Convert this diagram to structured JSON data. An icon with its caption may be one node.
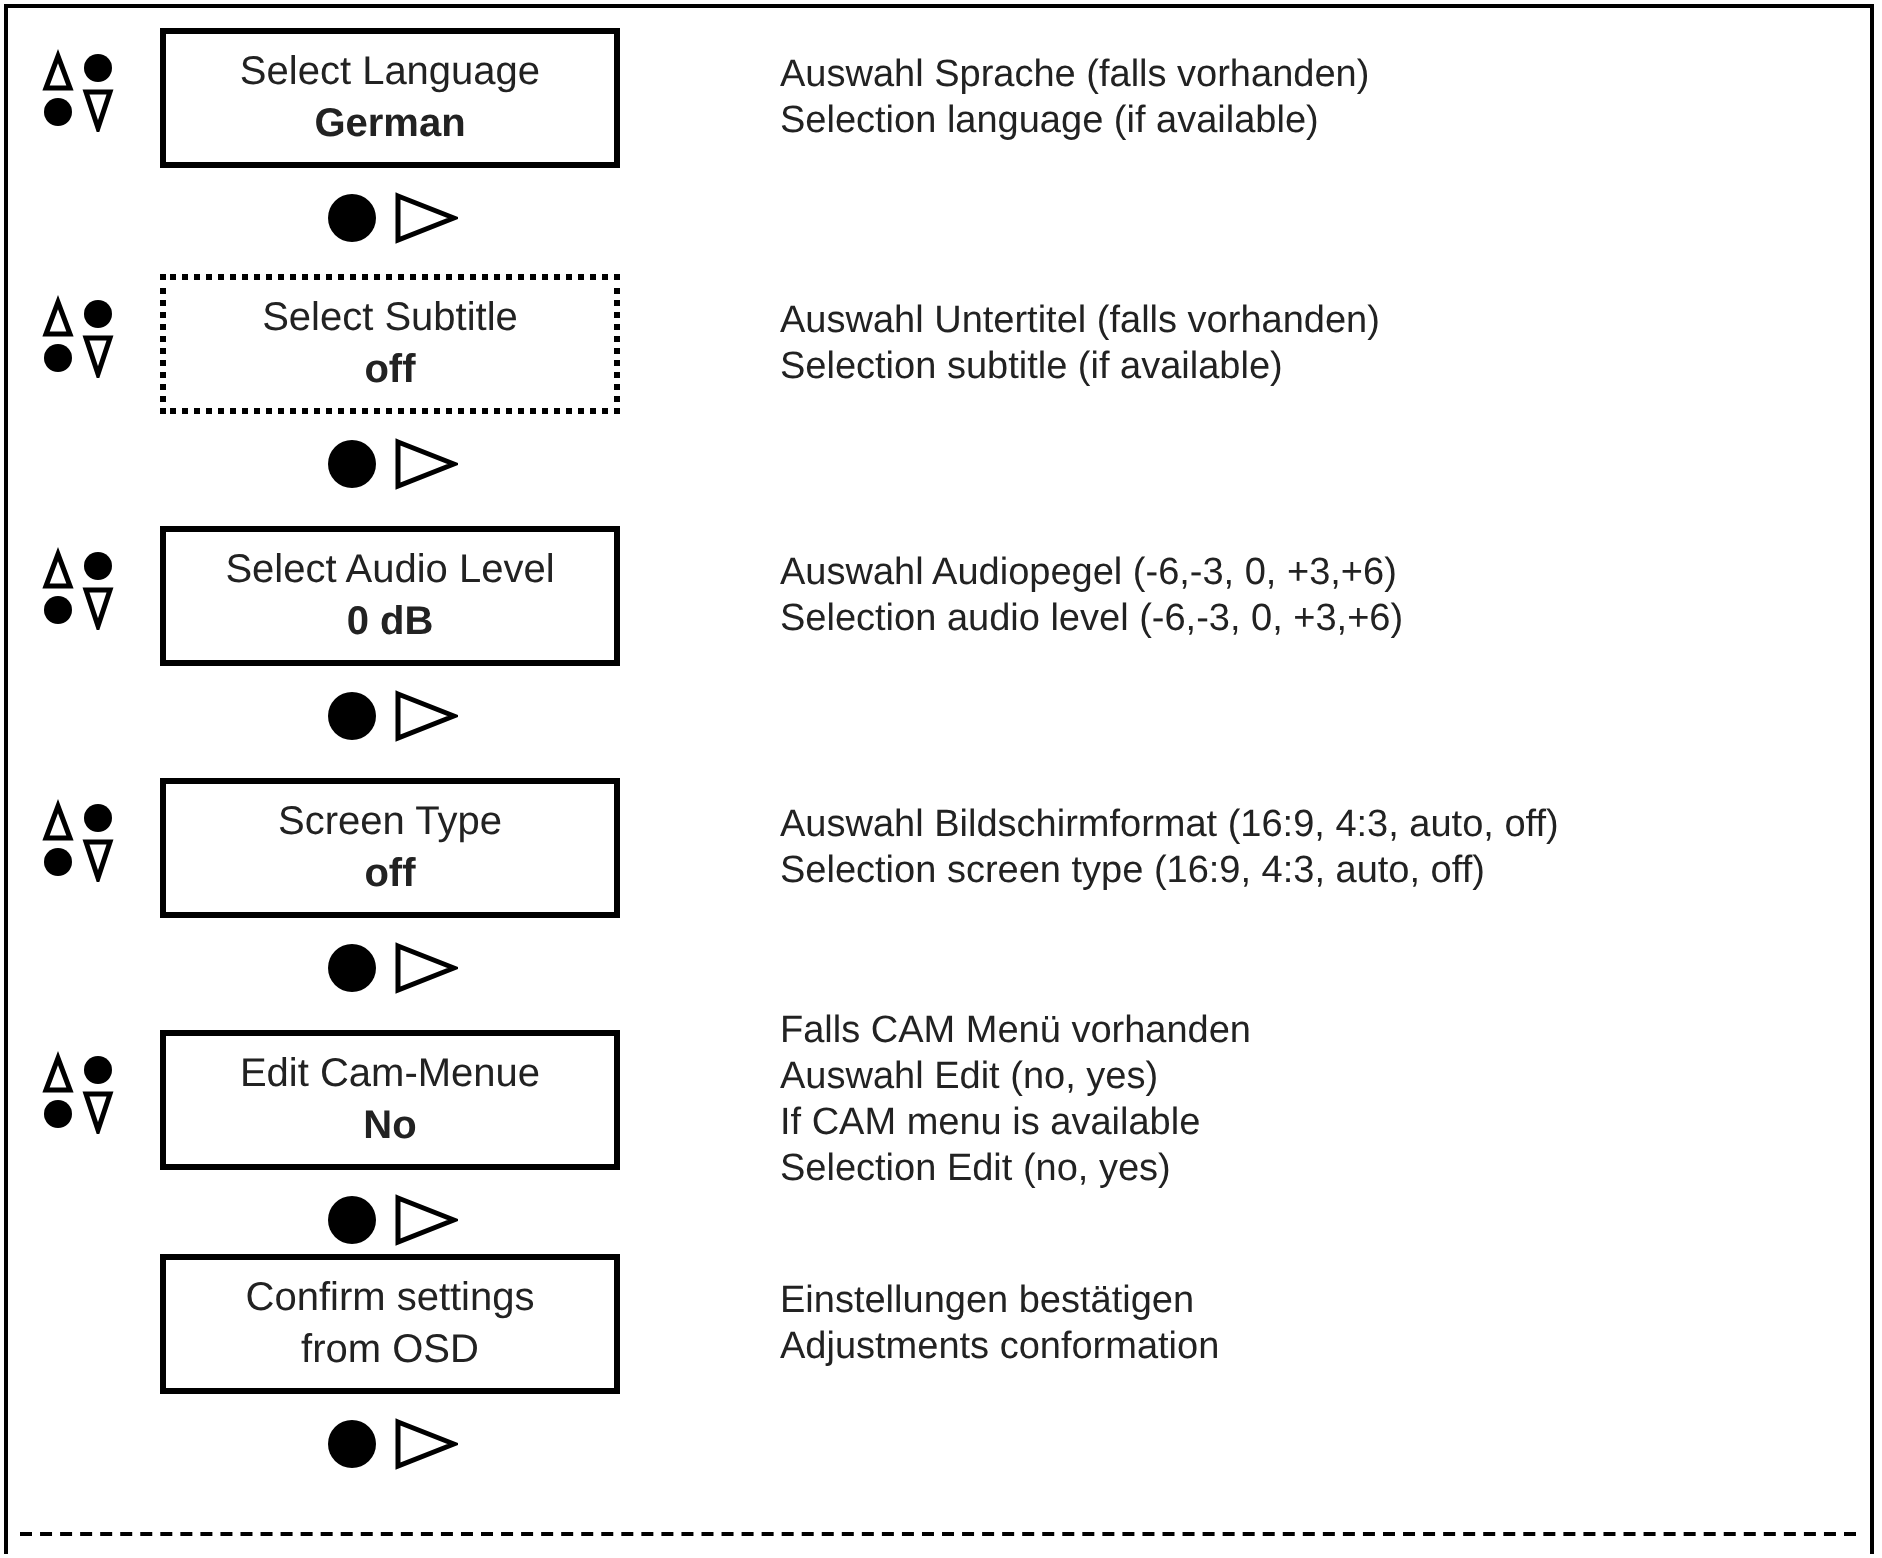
{
  "diagram": {
    "nodes": [
      {
        "text": [
          "Select Language",
          "German"
        ],
        "beside": [
          "Auswahl Sprache (falls vorhanden)",
          "Selection language (if available)"
        ]
      },
      {
        "text": [
          "Select Subtitle",
          "off"
        ],
        "beside": [
          "Auswahl Untertitel (falls vorhanden)",
          "Selection subtitle (if available)"
        ]
      },
      {
        "text": [
          "Select Audio Level",
          "0 dB"
        ],
        "beside": [
          "Auswahl Audiopegel (-6,-3, 0, +3,+6)",
          "Selection audio level (-6,-3, 0, +3,+6)"
        ]
      },
      {
        "text": [
          "Screen Type",
          "off"
        ],
        "beside": [
          "Auswahl Bildschirmformat (16:9, 4:3, auto, off)",
          "Selection screen type (16:9, 4:3, auto, off)"
        ]
      },
      {
        "text": [
          "Edit Cam-Menue",
          "No"
        ],
        "beside": [
          "Falls CAM Menü vorhanden",
          "Auswahl Edit (no, yes)",
          "If CAM menu is available",
          "Selection Edit (no, yes)"
        ]
      },
      {
        "text": [
          "Confirm settings from OSD"
        ],
        "beside": [
          "Einstellungen bestätigen",
          "Adjustments conformation"
        ]
      }
    ]
  }
}
